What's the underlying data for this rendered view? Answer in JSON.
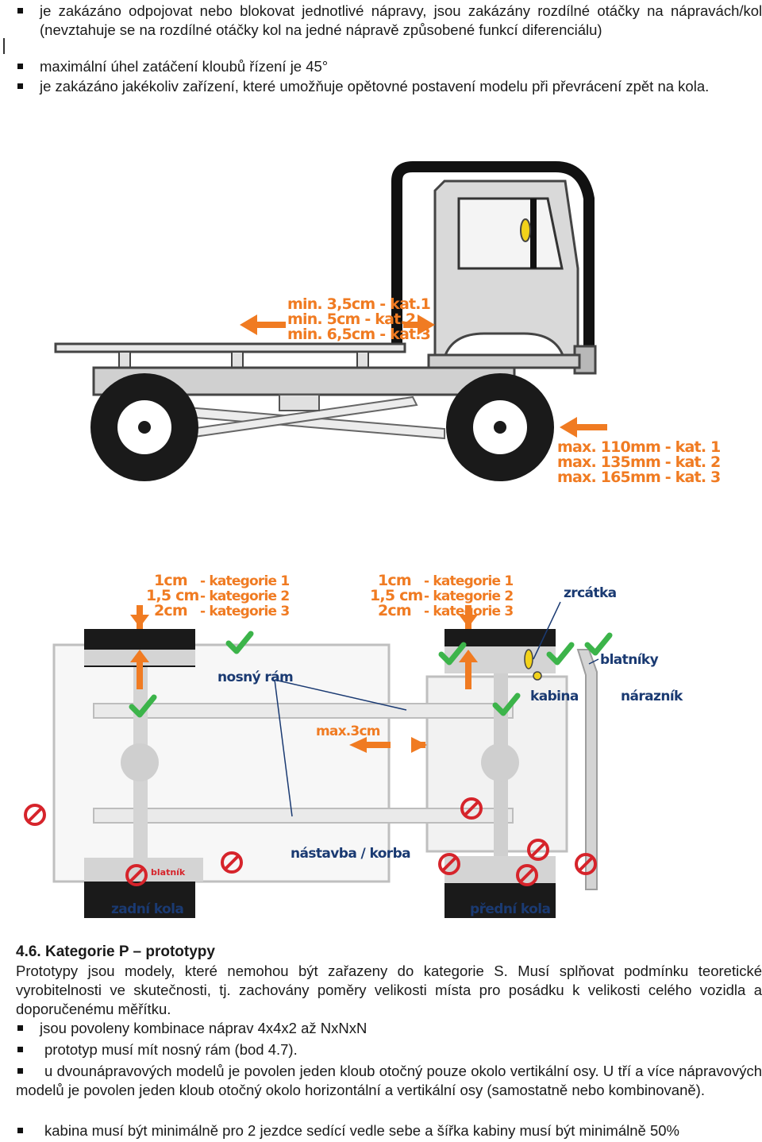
{
  "intro_bullets": [
    "je zakázáno odpojovat nebo blokovat jednotlivé nápravy, jsou zakázány rozdílné otáčky na nápravách/kolech (nevztahuje se na rozdílné otáčky kol na jedné nápravě způsobené funkcí diferenciálu)",
    "maximální úhel zatáčení kloubů řízení je 45°",
    "je zakázáno jakékoliv zařízení, které umožňuje opětovné postavení modelu při převrácení zpět na kola."
  ],
  "diagram_side": {
    "cab_clearance": [
      "min. 3,5cm - kat.1",
      "min. 5cm - kat.2",
      "min. 6,5cm - kat.3"
    ],
    "front_overhang": [
      "max. 110mm - kat. 1",
      "max. 135mm - kat. 2",
      "max. 165mm - kat. 3"
    ]
  },
  "diagram_top": {
    "tolerance_left": [
      {
        "value": "1cm",
        "cat": "- kategorie 1"
      },
      {
        "value": "1,5 cm",
        "cat": "- kategorie 2"
      },
      {
        "value": "2cm",
        "cat": "- kategorie 3"
      }
    ],
    "tolerance_right": [
      {
        "value": "1cm",
        "cat": "- kategorie 1"
      },
      {
        "value": "1,5 cm",
        "cat": "- kategorie 2"
      },
      {
        "value": "2cm",
        "cat": "- kategorie 3"
      }
    ],
    "labels": {
      "nosny_ram": "nosný rám",
      "max_3cm": "max.3cm",
      "nastavba": "nástavba / korba",
      "blatnik": "blatník",
      "zadni_kola": "zadní kola",
      "predni_kola": "přední kola",
      "zrcatka": "zrcátka",
      "blatniky": "blatníky",
      "kabina": "kabina",
      "naraznik": "nárazník"
    }
  },
  "section": {
    "number": "4.6.",
    "title": "Kategorie P – prototypy",
    "paragraph": "Prototypy jsou modely, které nemohou být zařazeny do kategorie S. Musí splňovat podmínku teoretické vyrobitelnosti ve skutečnosti, tj. zachovány poměry velikosti místa pro posádku k velikosti celého vozidla a doporučenému měřítku.",
    "bullets": [
      "jsou povoleny kombinace náprav 4x4x2 až NxNxN",
      "prototyp musí mít nosný rám (bod 4.7).",
      "u dvounápravových modelů je povolen jeden kloub otočný pouze okolo vertikální osy. U tří a více nápravových modelů je povolen jeden kloub otočný okolo horizontální a vertikální osy (samostatně nebo kombinovaně).",
      "kabina musí být minimálně pro 2 jezdce sedící vedle sebe a šířka kabiny musí být minimálně 50%"
    ]
  },
  "colors": {
    "accent_orange": "#f07b22",
    "label_blue": "#1a3a72",
    "check_green": "#3cb44a",
    "forbidden_red": "#d6242b",
    "part_gray": "#d4d4d4"
  }
}
